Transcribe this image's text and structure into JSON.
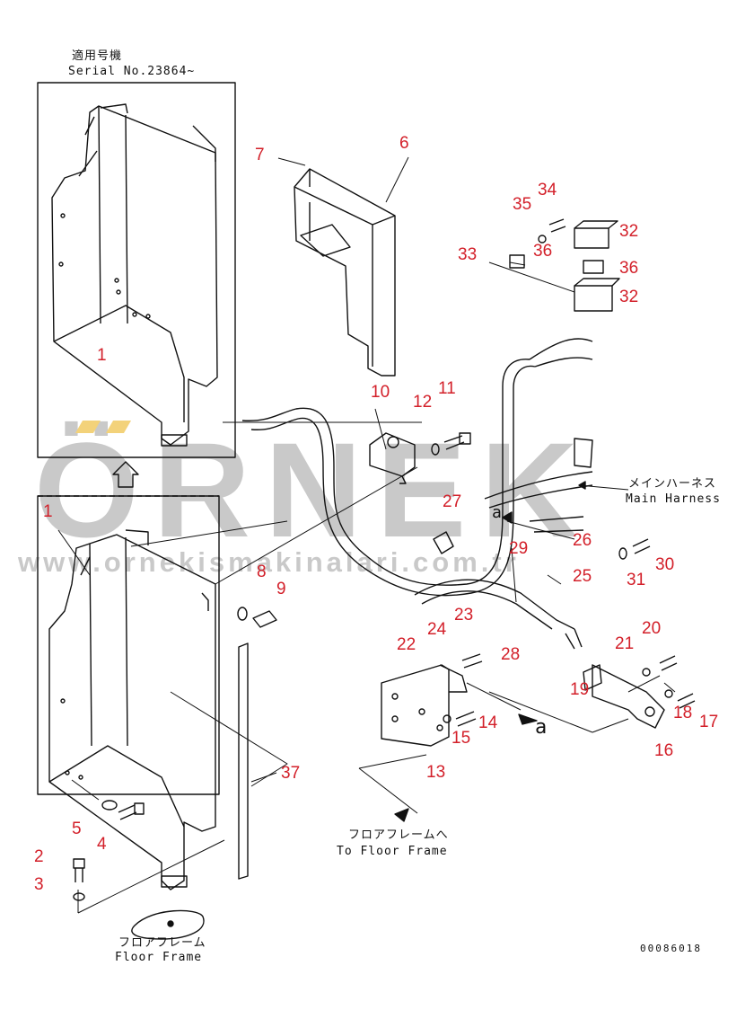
{
  "serial": {
    "line1": "適用号機",
    "line2": "Serial No.23864~"
  },
  "main_harness": {
    "jp": "メインハーネス",
    "en": "Main Harness"
  },
  "to_floor_frame": {
    "jp": "フロアフレームへ",
    "en": "To Floor Frame"
  },
  "floor_frame": {
    "jp": "フロアフレーム",
    "en": "Floor Frame"
  },
  "ref_letter": "a",
  "drawing_no": "00086018",
  "watermark": {
    "big": "ÖRNEK",
    "url": "www.ornekismakinalari.com.tr"
  },
  "colors": {
    "callout": "#d3202a",
    "line": "#111111",
    "watermark": "#c9c9c9",
    "accent": "#f3d27a"
  },
  "callouts": [
    "1",
    "1",
    "2",
    "3",
    "4",
    "5",
    "6",
    "7",
    "8",
    "9",
    "10",
    "11",
    "12",
    "13",
    "14",
    "15",
    "16",
    "17",
    "18",
    "19",
    "20",
    "21",
    "22",
    "23",
    "24",
    "25",
    "26",
    "27",
    "28",
    "29",
    "30",
    "31",
    "32",
    "32",
    "33",
    "34",
    "35",
    "36",
    "36",
    "37"
  ]
}
